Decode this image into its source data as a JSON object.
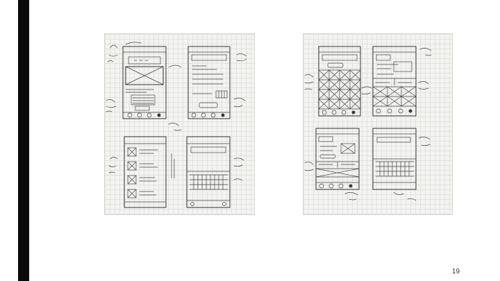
{
  "slide": {
    "page_number": "19",
    "sheets": [
      {
        "name": "sketch-sheet-left"
      },
      {
        "name": "sketch-sheet-right"
      }
    ]
  }
}
